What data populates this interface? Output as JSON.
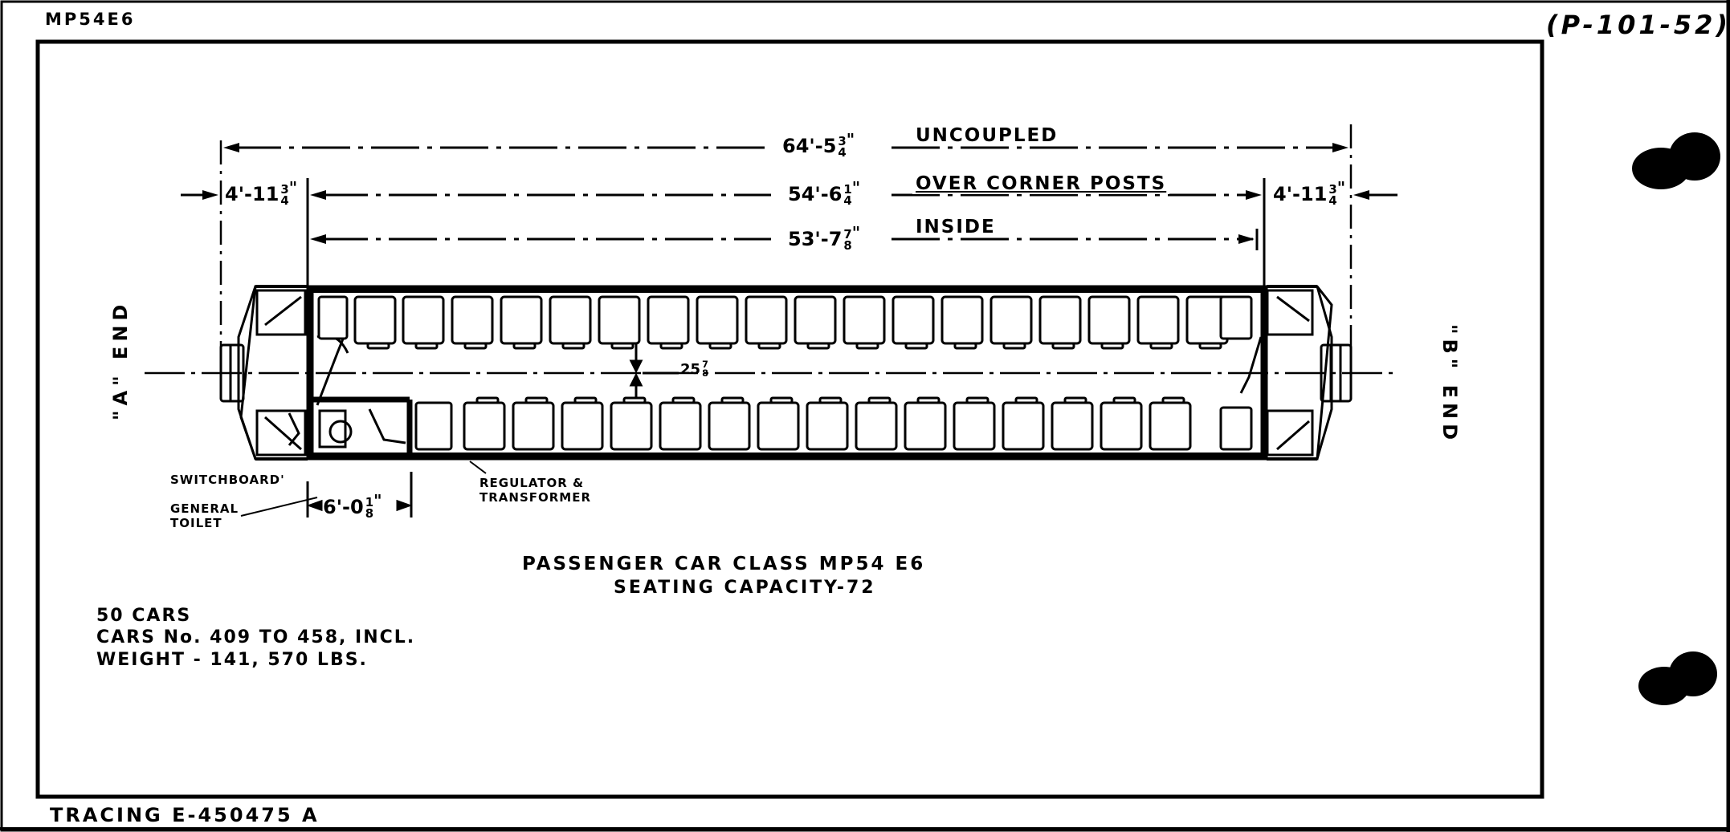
{
  "header": {
    "class_code": "MP54E6",
    "file_ref": "(P-101-52)"
  },
  "footer": {
    "tracing": "TRACING E-450475 A"
  },
  "dimensions": {
    "uncoupled": {
      "feet": "64'-5",
      "num": "3",
      "den": "4",
      "inch": "\"",
      "label": "UNCOUPLED"
    },
    "over_corner_posts": {
      "feet": "54'-6",
      "num": "1",
      "den": "4",
      "inch": "\"",
      "label": "OVER CORNER POSTS"
    },
    "inside": {
      "feet": "53'-7",
      "num": "7",
      "den": "8",
      "inch": "\"",
      "label": "INSIDE"
    },
    "end_overhang_left": {
      "feet": "4'-11",
      "num": "3",
      "den": "4",
      "inch": "\""
    },
    "end_overhang_right": {
      "feet": "4'-11",
      "num": "3",
      "den": "4",
      "inch": "\""
    },
    "aisle_width": {
      "feet": "25",
      "num": "7",
      "den": "8"
    },
    "toilet_length": {
      "feet": "6'-0",
      "num": "1",
      "den": "8",
      "inch": "\""
    }
  },
  "ends": {
    "a_end": "\"A\" END",
    "b_end": "\"B\" END"
  },
  "callouts": {
    "switchboard": "SWITCHBOARD'",
    "general_toilet_line1": "GENERAL",
    "general_toilet_line2": "TOILET",
    "regulator_line1": "REGULATOR &",
    "regulator_line2": "TRANSFORMER"
  },
  "title": {
    "line1": "PASSENGER CAR CLASS MP54 E6",
    "line2": "SEATING CAPACITY-72"
  },
  "specs": {
    "line1": "50 CARS",
    "line2": "CARS No. 409 TO 458, INCL.",
    "line3": "WEIGHT - 141, 570 LBS."
  },
  "seating": {
    "capacity": 72,
    "top_row_seats": 19,
    "bottom_row_seats": 16
  }
}
